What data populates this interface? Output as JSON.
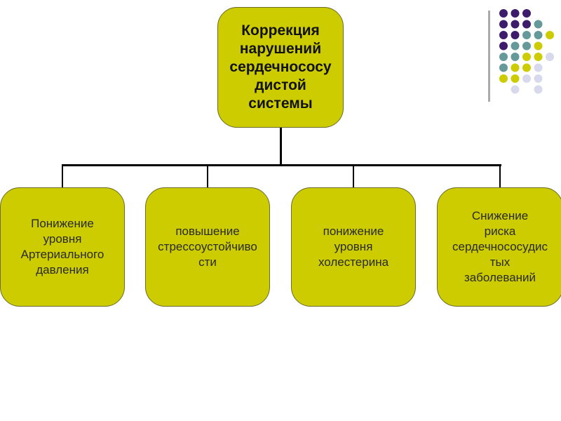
{
  "diagram": {
    "root": {
      "lines": [
        "Коррекция",
        "нарушений",
        "сердечнососу",
        "дистой",
        "системы"
      ]
    },
    "children": [
      {
        "lines": [
          "Понижение",
          "уровня",
          "Артериального",
          "давления"
        ]
      },
      {
        "lines": [
          "повышение",
          "стрессоустойчиво",
          "сти"
        ]
      },
      {
        "lines": [
          "понижение",
          "уровня",
          "холестерина"
        ]
      },
      {
        "lines": [
          "Снижение",
          "риска",
          "сердечнососудис",
          "тых",
          "заболеваний"
        ]
      }
    ]
  },
  "colors": {
    "box_fill": "#cccc00",
    "dot_purple": "#3d1c6b",
    "dot_teal": "#669999",
    "dot_yellow": "#cccc00",
    "dot_lavender": "#d9d9ee"
  },
  "decoration": {
    "dot_grid": [
      [
        "purple",
        "purple",
        "purple",
        null,
        null
      ],
      [
        "purple",
        "purple",
        "purple",
        "teal",
        null
      ],
      [
        "purple",
        "purple",
        "teal",
        "teal",
        "yellow"
      ],
      [
        "purple",
        "teal",
        "teal",
        "yellow",
        null
      ],
      [
        "teal",
        "teal",
        "yellow",
        "yellow",
        "lavender"
      ],
      [
        "teal",
        "yellow",
        "yellow",
        "lavender",
        null
      ],
      [
        "yellow",
        "yellow",
        "lavender",
        "lavender",
        null
      ],
      [
        null,
        "lavender",
        null,
        "lavender",
        null
      ]
    ]
  }
}
